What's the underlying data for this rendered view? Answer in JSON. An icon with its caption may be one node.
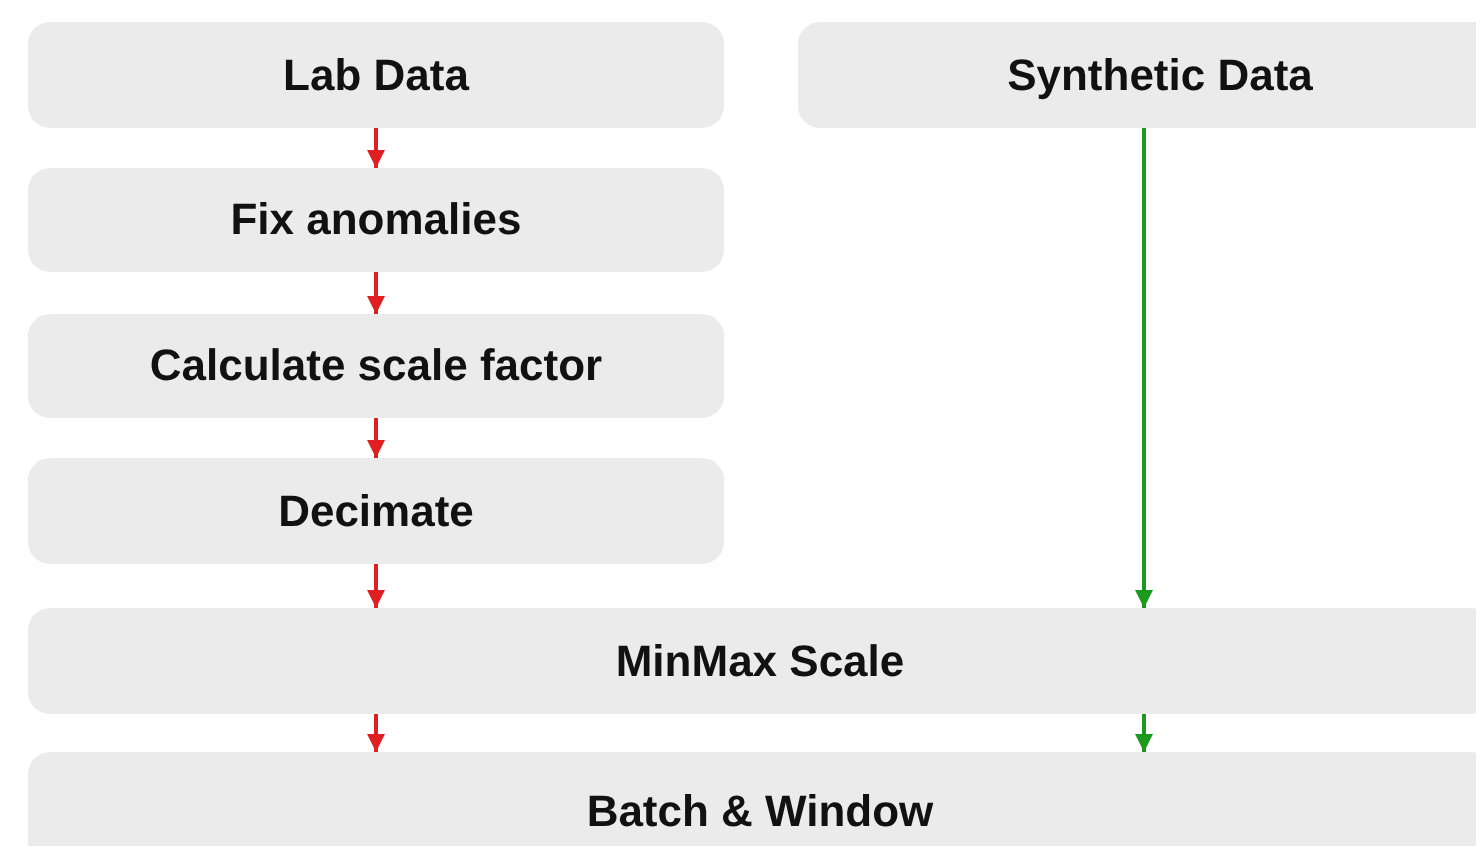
{
  "diagram": {
    "nodes": [
      {
        "text": [
          "Lab Data"
        ]
      },
      {
        "text": [
          "Synthetic Data"
        ]
      },
      {
        "text": [
          "Fix anomalies"
        ]
      },
      {
        "text": [
          "Calculate scale factor"
        ]
      },
      {
        "text": [
          "Decimate"
        ]
      },
      {
        "text": [
          "MinMax Scale"
        ]
      },
      {
        "text": [
          "Batch & Window"
        ]
      }
    ],
    "edges": [
      {
        "from": 0,
        "to": 2,
        "arrow": "to"
      },
      {
        "from": 2,
        "to": 3,
        "arrow": "to"
      },
      {
        "from": 3,
        "to": 4,
        "arrow": "to"
      },
      {
        "from": 4,
        "to": 5,
        "arrow": "to"
      },
      {
        "from": 1,
        "to": 5,
        "arrow": "to",
        "color": "#1c9a1c"
      },
      {
        "from": 5,
        "to": 6,
        "arrow": "to"
      },
      {
        "from": 5,
        "to": 6,
        "arrow": "to",
        "color": "#1c9a1c"
      }
    ]
  }
}
